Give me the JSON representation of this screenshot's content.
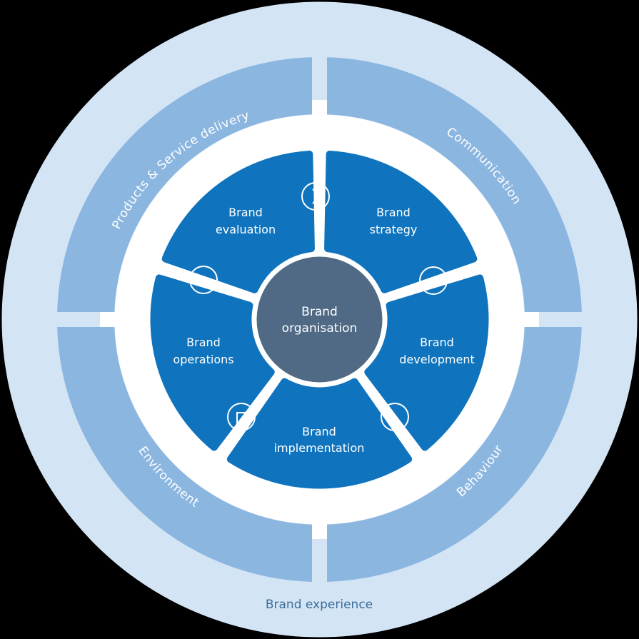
{
  "colors": {
    "background": "#000000",
    "outer_ring": "#d3e4f5",
    "quadrant": "#8bb6e0",
    "separator": "#ffffff",
    "segment": "#0f74bd",
    "center": "#506a85",
    "text_light": "#ffffff",
    "text_outer": "#3c6e9a"
  },
  "outer": {
    "label": "Brand experience"
  },
  "quadrants": [
    {
      "id": "products",
      "label": "Products & Service delivery"
    },
    {
      "id": "communication",
      "label": "Communication"
    },
    {
      "id": "behaviour",
      "label": "Behaviour"
    },
    {
      "id": "environment",
      "label": "Environment"
    }
  ],
  "segments": [
    {
      "id": "evaluation",
      "line1": "Brand",
      "line2": "evaluation"
    },
    {
      "id": "strategy",
      "line1": "Brand",
      "line2": "strategy"
    },
    {
      "id": "development",
      "line1": "Brand",
      "line2": "development"
    },
    {
      "id": "implementation",
      "line1": "Brand",
      "line2": "implementation"
    },
    {
      "id": "operations",
      "line1": "Brand",
      "line2": "operations"
    }
  ],
  "arrows": [
    {
      "icon": "chevron-right-icon"
    },
    {
      "icon": "check-icon"
    },
    {
      "icon": "chevron-down-left-icon"
    },
    {
      "icon": "chevron-up-left-icon"
    },
    {
      "icon": "chevron-up-icon"
    }
  ],
  "center": {
    "line1": "Brand",
    "line2": "organisation"
  }
}
